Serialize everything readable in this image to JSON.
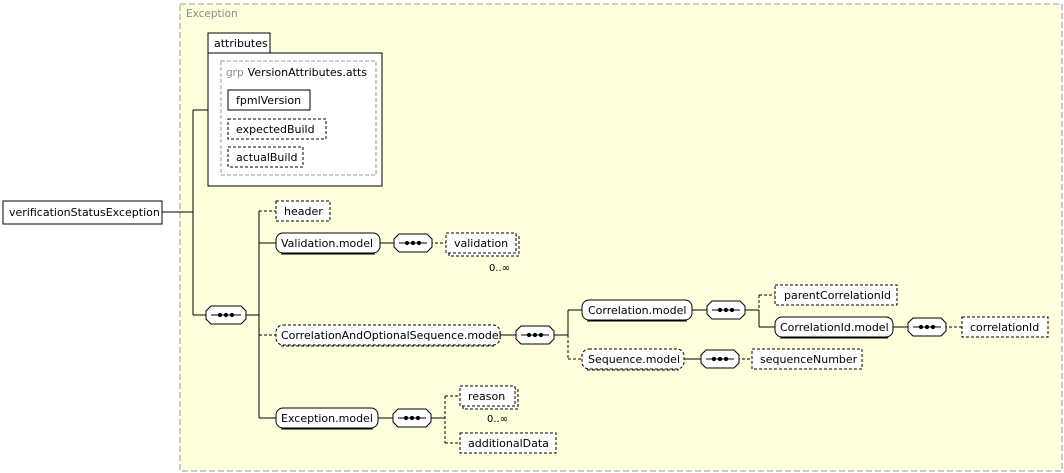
{
  "diagram": {
    "root": "verificationStatusException",
    "type_label": "Exception",
    "attributes_tab": "attributes",
    "attribute_group_prefix": "grp",
    "attribute_group_name": "VersionAttributes.atts",
    "attributes": [
      "fpmlVersion",
      "expectedBuild",
      "actualBuild"
    ],
    "elements": {
      "header": "header",
      "validation_model": "Validation.model",
      "validation": "validation",
      "correlation_and_optional_sequence_model": "CorrelationAndOptionalSequence.model",
      "correlation_model": "Correlation.model",
      "parent_correlation_id": "parentCorrelationId",
      "correlation_id_model": "CorrelationId.model",
      "correlation_id": "correlationId",
      "sequence_model": "Sequence.model",
      "sequence_number": "sequenceNumber",
      "exception_model": "Exception.model",
      "reason": "reason",
      "additional_data": "additionalData"
    },
    "cardinality": {
      "validation": "0..∞",
      "reason": "0..∞"
    },
    "colors": {
      "type_background": "#ffffdd",
      "type_border": "#999999",
      "node_fill": "#ffffff",
      "line": "#000000"
    }
  }
}
